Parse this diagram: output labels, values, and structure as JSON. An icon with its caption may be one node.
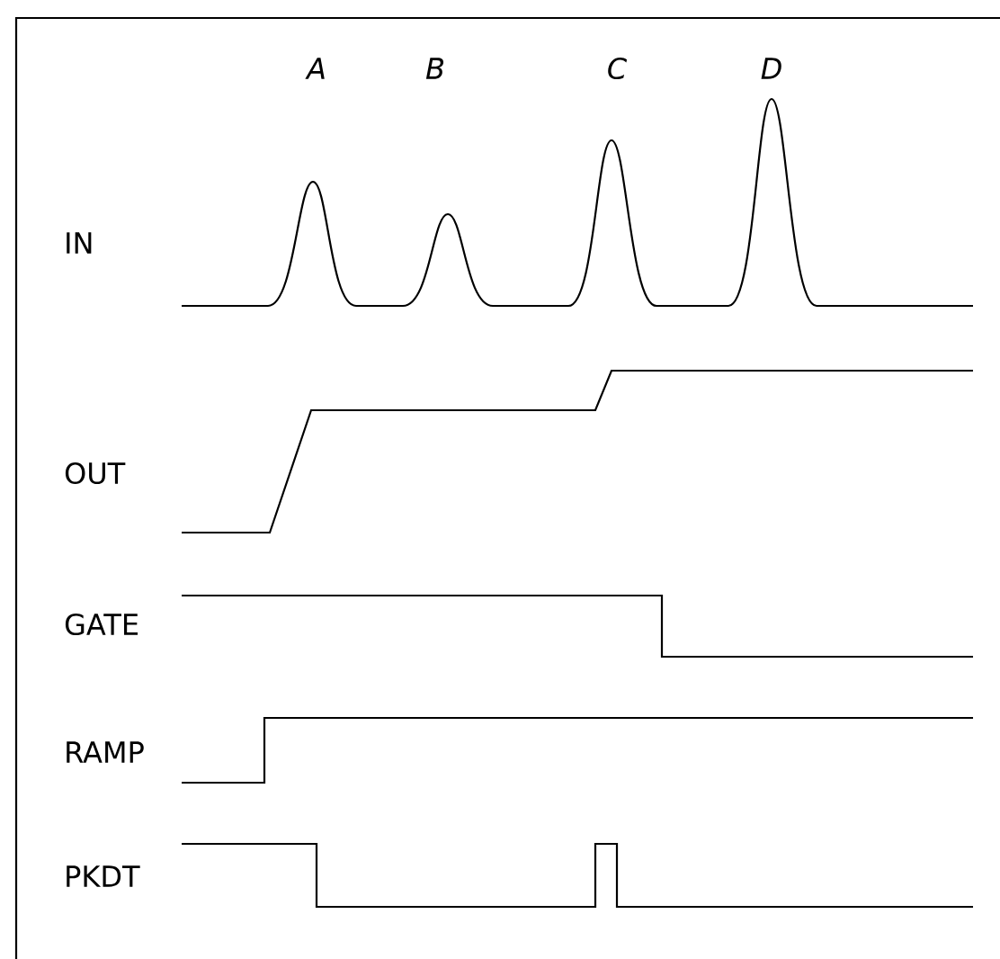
{
  "diagram": {
    "labels": [
      "A",
      "B",
      "C",
      "D",
      "IN",
      "OUT",
      "GATE",
      "RAMP",
      "PKDT"
    ]
  }
}
